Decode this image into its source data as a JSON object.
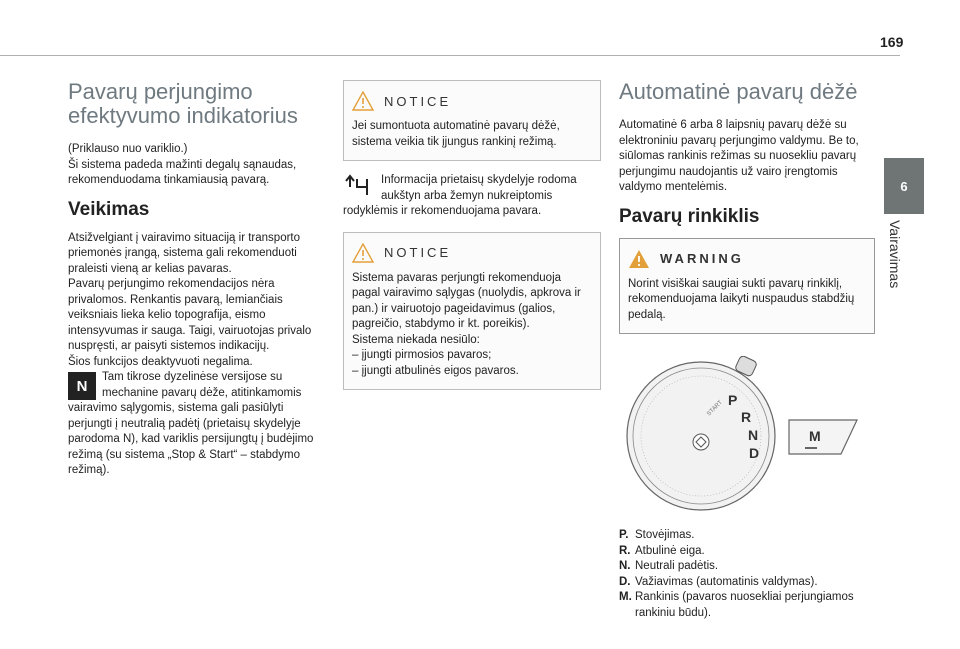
{
  "page_number": "169",
  "chapter": {
    "number": "6",
    "label": "Vairavimas"
  },
  "col1": {
    "title": "Pavarų perjungimo efektyvumo indikatorius",
    "intro": "(Priklauso nuo variklio.)\nŠi sistema padeda mažinti degalų sąnaudas, rekomenduodama tinkamiausią pavarą.",
    "section": "Veikimas",
    "p1": "Atsižvelgiant į vairavimo situaciją ir transporto priemonės įrangą, sistema gali rekomenduoti praleisti vieną ar kelias pavaras.",
    "p2": "Pavarų perjungimo rekomendacijos nėra privalomos. Renkantis pavarą, lemiančiais veiksniais lieka kelio topografija, eismo intensyvumas ir sauga. Taigi, vairuotojas privalo nuspręsti, ar paisyti sistemos indikacijų.",
    "p3": "Šios funkcijos deaktyvuoti negalima.",
    "p4": "Tam tikrose dyzelinėse versijose su mechanine pavarų dėže, atitinkamomis vairavimo sąlygomis, sistema gali pasiūlyti perjungti į neutralią padėtį (prietaisų skydelyje parodoma N), kad variklis persijungtų į budėjimo režimą (su sistema „Stop & Start“ – stabdymo režimą).",
    "icon_letter": "N"
  },
  "col2": {
    "notice1_label": "NOTICE",
    "notice1_text": "Jei sumontuota automatinė pavarų dėžė, sistema veikia tik įjungus rankinį režimą.",
    "info_text": "Informacija prietaisų skydelyje rodoma aukštyn arba žemyn nukreiptomis rodyklėmis ir rekomenduojama pavara.",
    "notice2_label": "NOTICE",
    "notice2_text": "Sistema pavaras perjungti rekomenduoja pagal vairavimo sąlygas (nuolydis, apkrova ir pan.) ir vairuotojo pageidavimus (galios, pagreičio, stabdymo ir kt. poreikis).\nSistema niekada nesiūlo:\n–  įjungti pirmosios pavaros;\n–  įjungti atbulinės eigos pavaros."
  },
  "col3": {
    "title": "Automatinė pavarų dėžė",
    "intro": "Automatinė 6 arba 8 laipsnių pavarų dėžė su elektroniniu pavarų perjungimo valdymu. Be to, siūlomas rankinis režimas su nuosekliu pavarų perjungimu naudojantis už vairo įrengtomis valdymo mentelėmis.",
    "section": "Pavarų rinkiklis",
    "warning_label": "WARNING",
    "warning_text": "Norint visiškai saugiai sukti pavarų rinkiklį, rekomenduojama laikyti nuspaudus stabdžių pedalą.",
    "dial_letters": [
      "P",
      "R",
      "N",
      "D"
    ],
    "dial_start": "START",
    "m_button": "M",
    "legend": [
      {
        "key": "P.",
        "text": "Stovėjimas."
      },
      {
        "key": "R.",
        "text": "Atbulinė eiga."
      },
      {
        "key": "N.",
        "text": "Neutrali padėtis."
      },
      {
        "key": "D.",
        "text": "Važiavimas (automatinis valdymas)."
      },
      {
        "key": "M.",
        "text": "Rankinis (pavaros nuosekliai perjungiamos rankiniu būdu)."
      }
    ]
  }
}
